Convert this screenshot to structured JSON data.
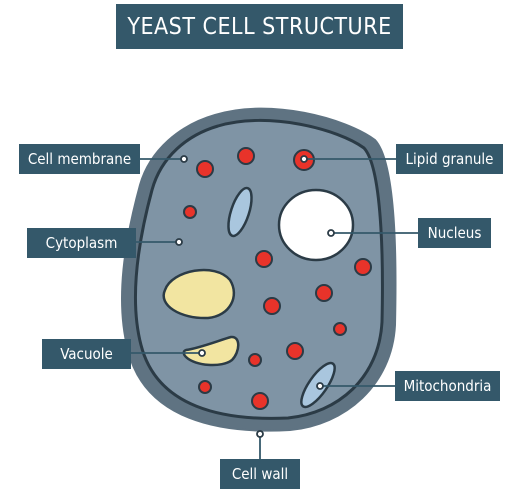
{
  "title": "YEAST CELL STRUCTURE",
  "labels": {
    "cell_membrane": "Cell membrane",
    "lipid_granule": "Lipid granule",
    "cytoplasm": "Cytoplasm",
    "nucleus": "Nucleus",
    "vacuole": "Vacuole",
    "mitochondria": "Mitochondria",
    "cell_wall": "Cell wall"
  },
  "colors": {
    "label_bg": "#34586a",
    "cell_wall": "#5f7382",
    "cytoplasm": "#7f94a5",
    "membrane": "#2b3b46",
    "lipid_granule": "#e8332a",
    "vacuole": "#f2e5a1",
    "mitochondria": "#a9c6de",
    "nucleus": "#ffffff",
    "leader_line": "#34586a"
  }
}
